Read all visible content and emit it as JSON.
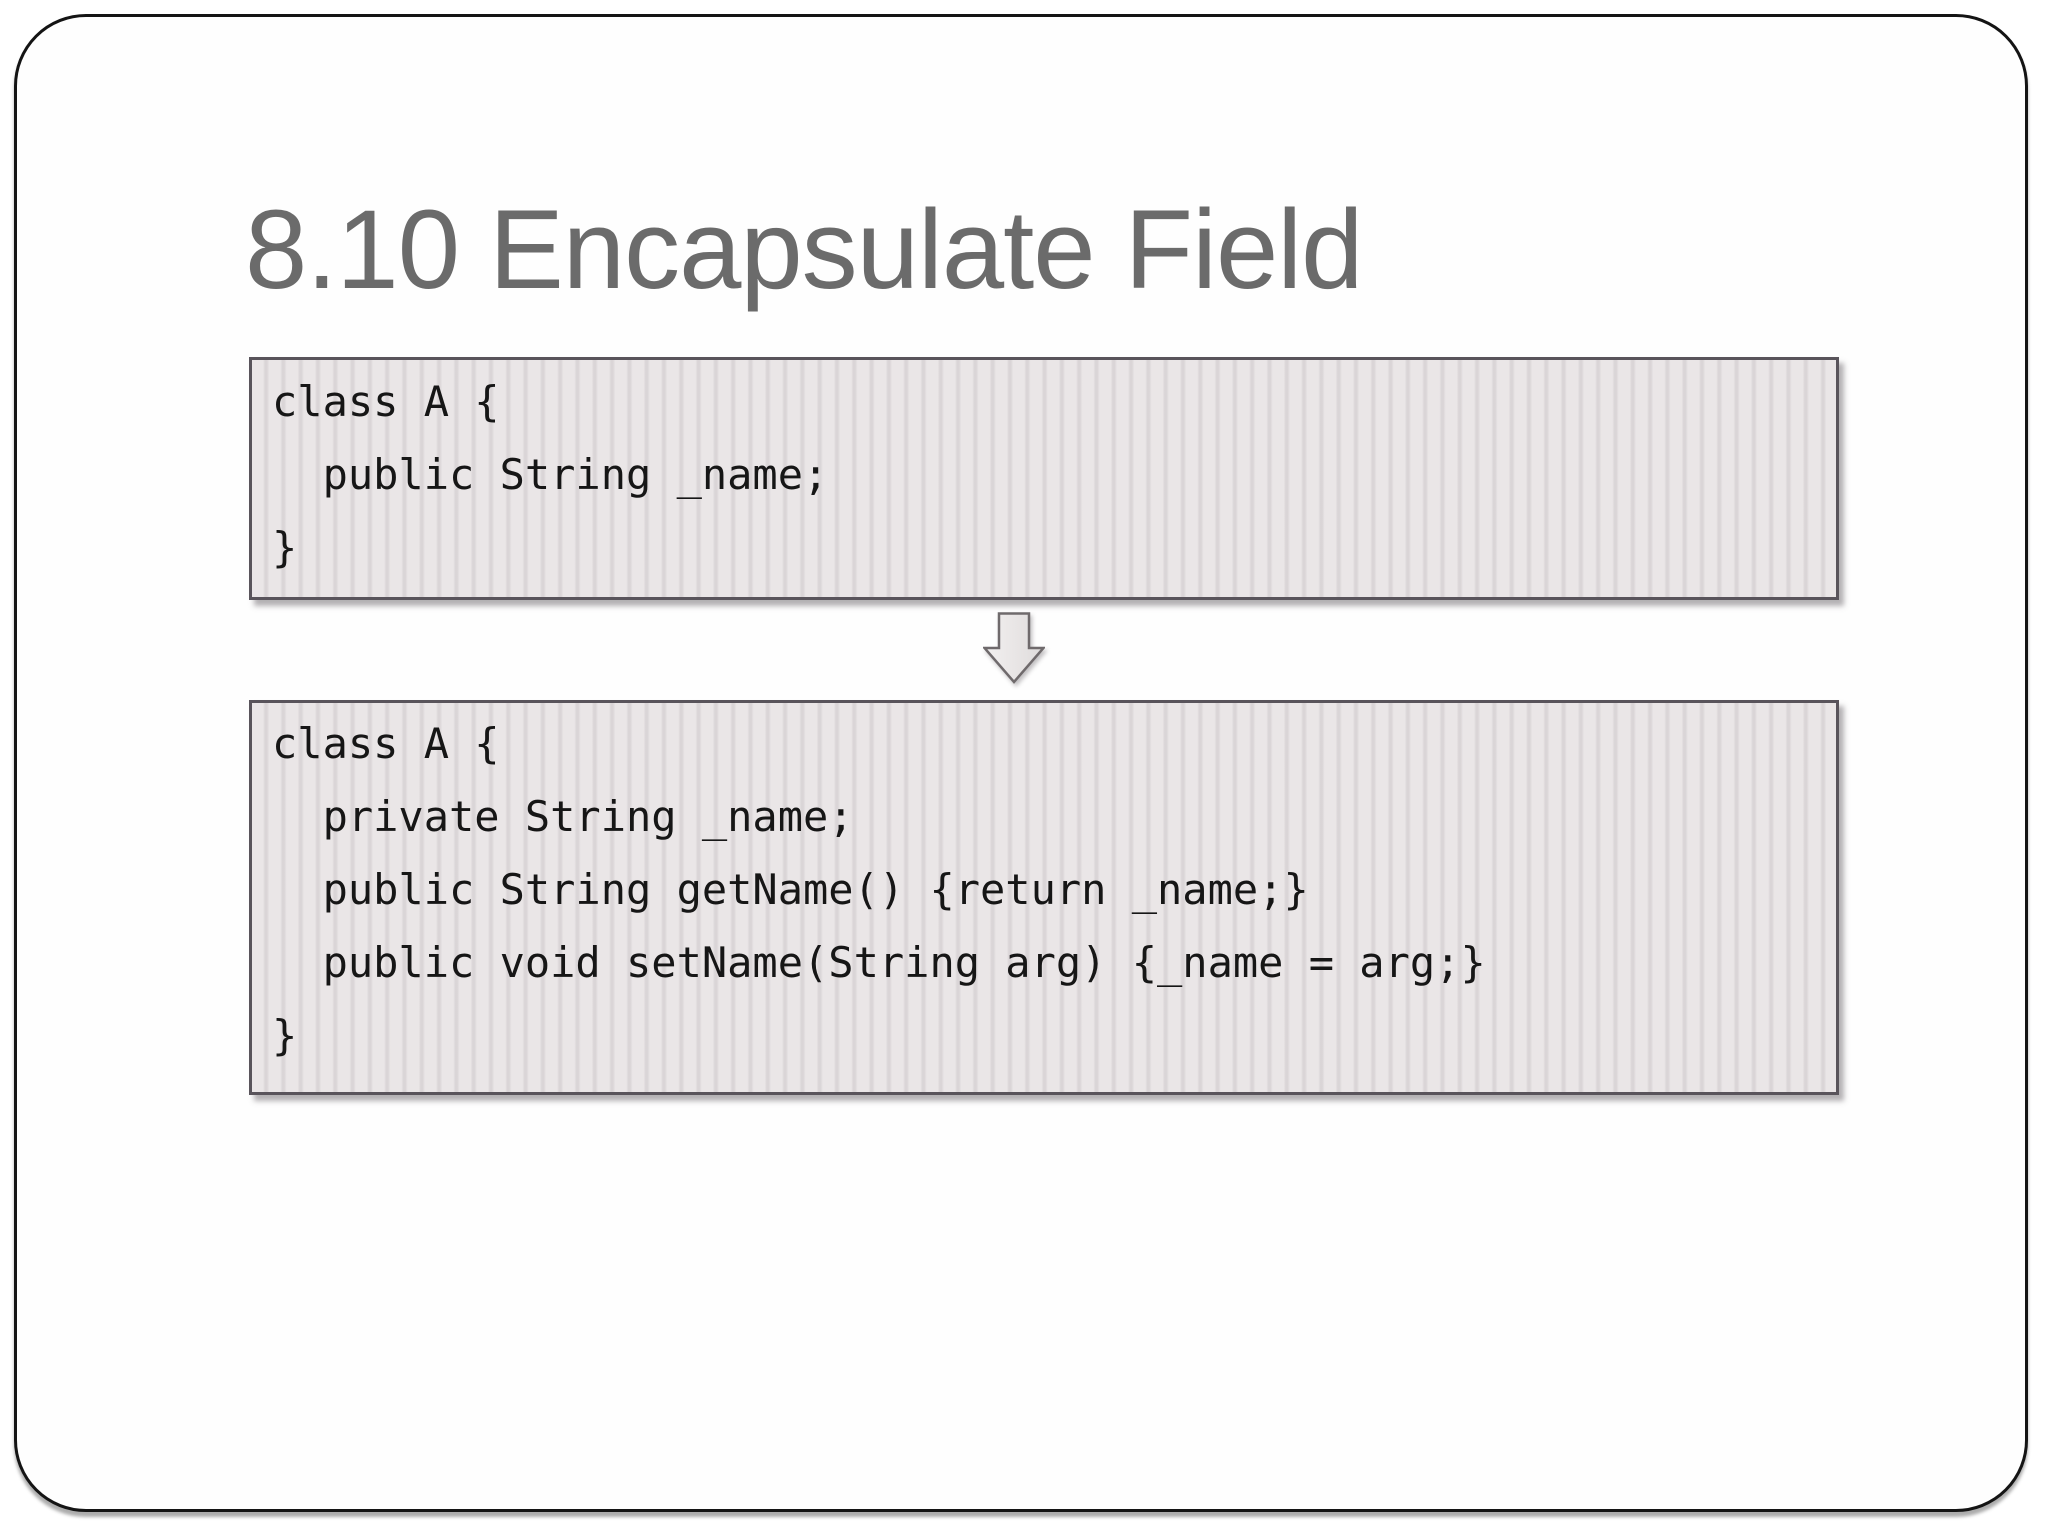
{
  "slide": {
    "title": "8.10 Encapsulate Field"
  },
  "code_before": {
    "lines": [
      "class A {",
      "  public String _name;",
      "}"
    ]
  },
  "transform_arrow": {
    "icon": "down-block-arrow"
  },
  "code_after": {
    "lines": [
      "class A {",
      "  private String _name;",
      "  public String getName() {return _name;}",
      "  public void setName(String arg) {_name = arg;}",
      "}"
    ]
  },
  "colors": {
    "title_text": "#6b6b6b",
    "code_text": "#161616",
    "code_box_background": "#eae6e7",
    "code_box_stripe": "#dcd8da",
    "code_box_border": "#59545b",
    "slide_border": "#141414",
    "arrow_fill": "#edeaea",
    "arrow_outline": "#6f6a6c"
  }
}
